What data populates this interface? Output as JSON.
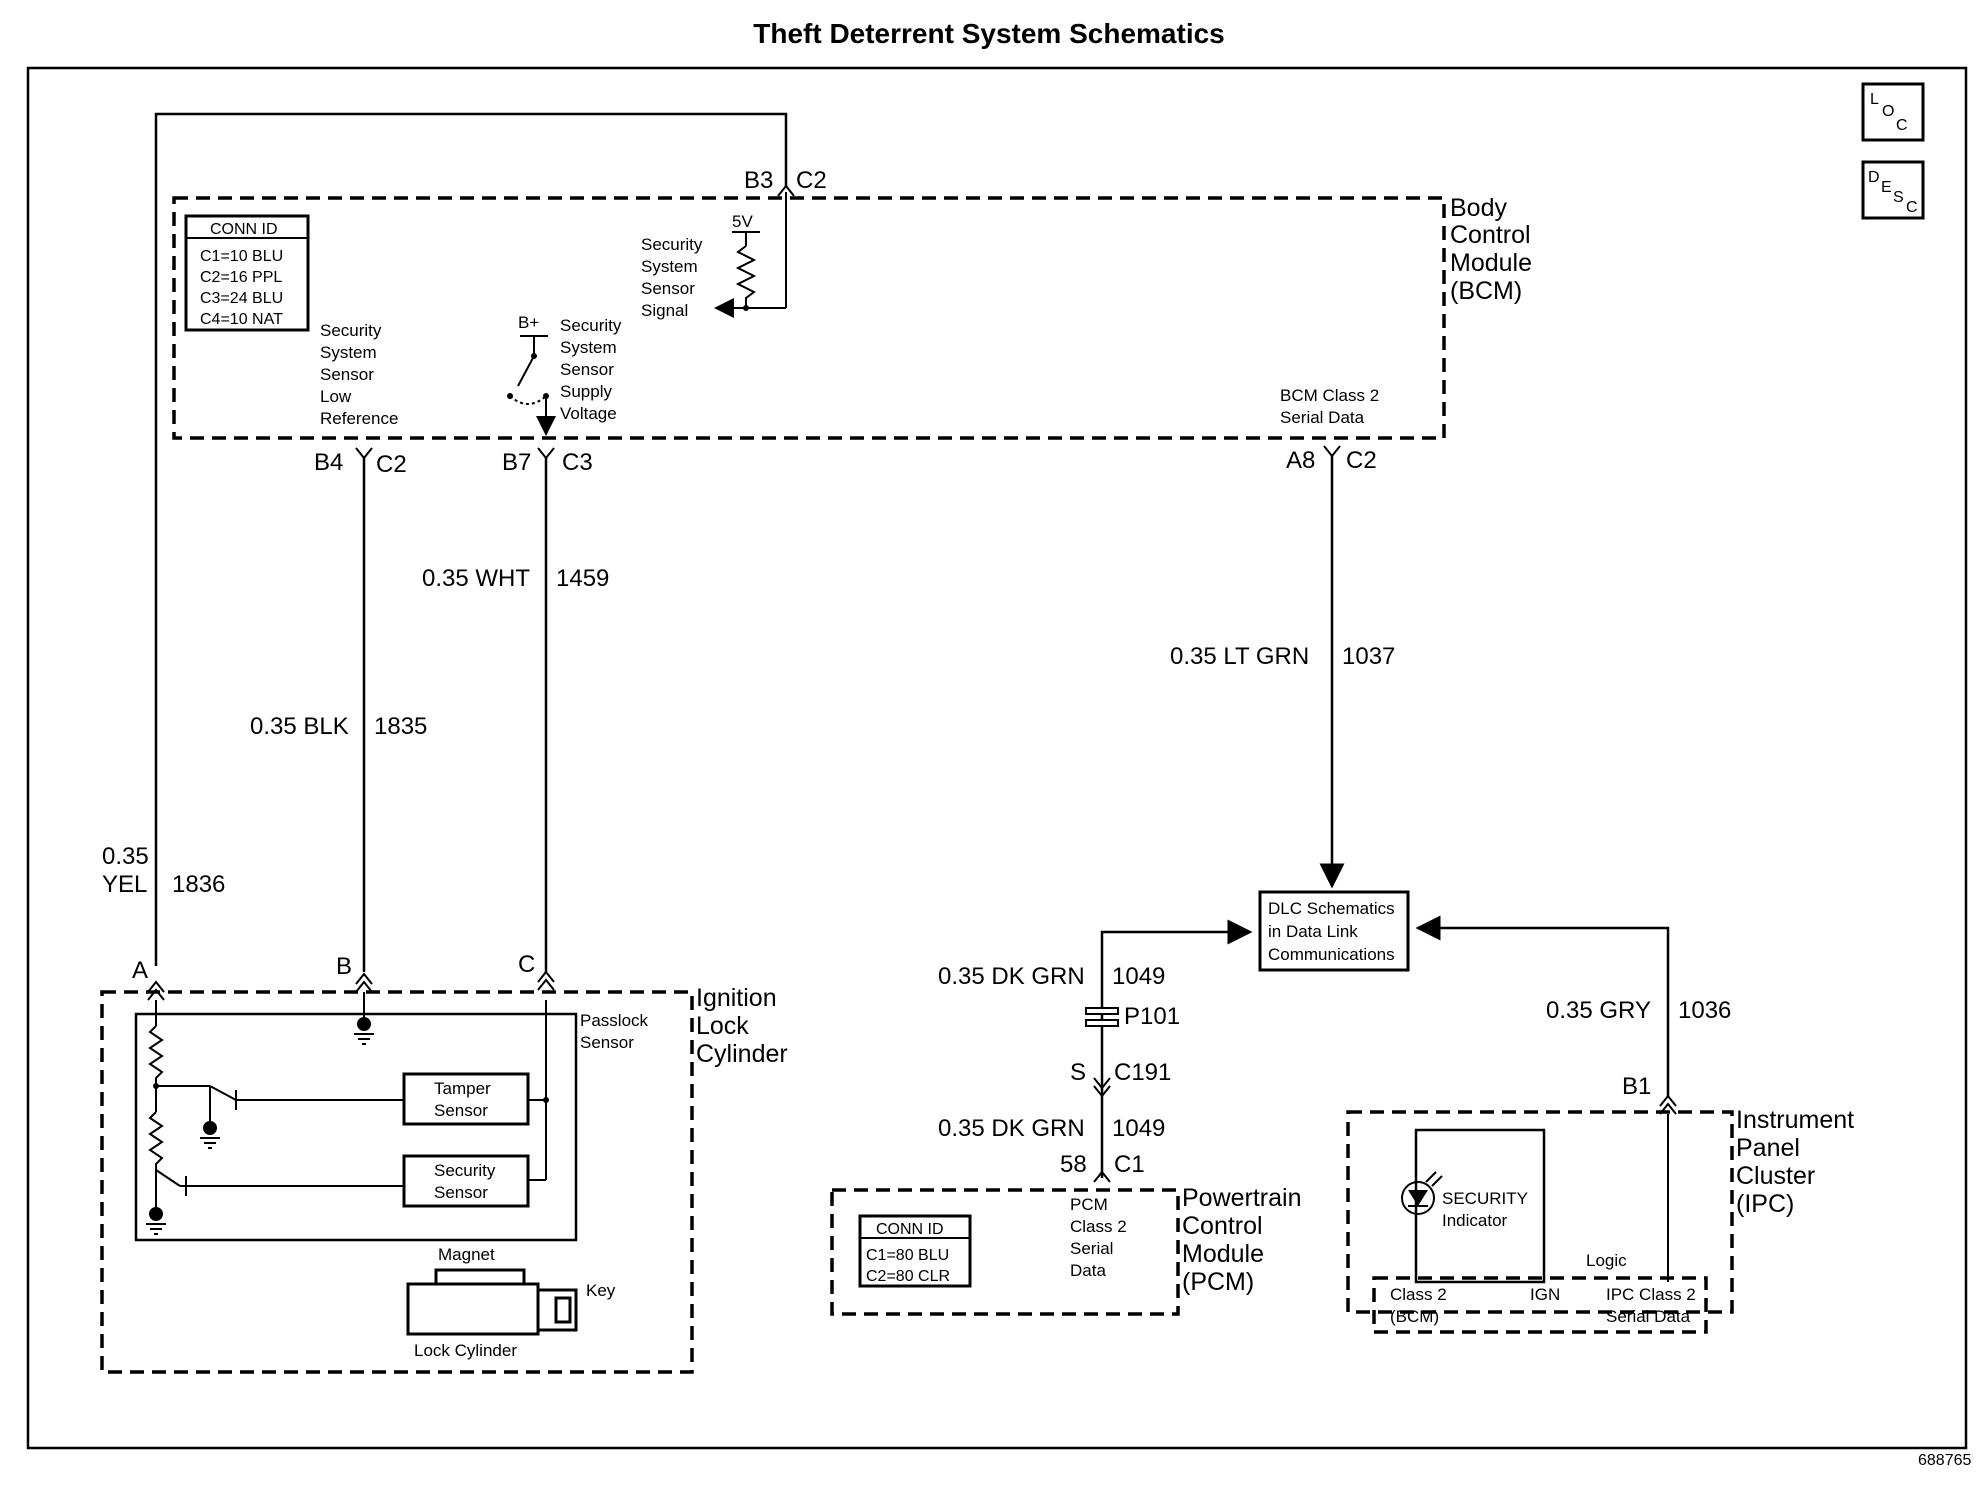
{
  "title": "Theft Deterrent System Schematics",
  "diagram_id": "688765",
  "corner_icons": {
    "loc": "LOC",
    "desc": "DESC"
  },
  "bcm": {
    "name": [
      "Body",
      "Control",
      "Module",
      "(BCM)"
    ],
    "conn_id": {
      "header": "CONN ID",
      "lines": [
        "C1=10 BLU",
        "C2=16 PPL",
        "C3=24 BLU",
        "C4=10 NAT"
      ]
    },
    "signal_label": [
      "Security",
      "System",
      "Sensor",
      "Signal"
    ],
    "five_volt": "5V",
    "low_ref_label": [
      "Security",
      "System",
      "Sensor",
      "Low",
      "Reference"
    ],
    "b_plus": "B+",
    "supply_label": [
      "Security",
      "System",
      "Sensor",
      "Supply",
      "Voltage"
    ],
    "serial_label": [
      "BCM Class 2",
      "Serial Data"
    ],
    "pins": {
      "b3": "B3",
      "b3c": "C2",
      "b4": "B4",
      "b4c": "C2",
      "b7": "B7",
      "b7c": "C3",
      "a8": "A8",
      "a8c": "C2"
    }
  },
  "wires": {
    "yel": {
      "color": [
        "0.35",
        "YEL"
      ],
      "circuit": "1836"
    },
    "blk": {
      "color": "0.35 BLK",
      "circuit": "1835"
    },
    "wht": {
      "color": "0.35 WHT",
      "circuit": "1459"
    },
    "ltgrn": {
      "color": "0.35 LT GRN",
      "circuit": "1037"
    },
    "dkgrn1": {
      "color": "0.35 DK GRN",
      "circuit": "1049"
    },
    "dkgrn2": {
      "color": "0.35 DK GRN",
      "circuit": "1049"
    },
    "gry": {
      "color": "0.35 GRY",
      "circuit": "1036"
    }
  },
  "ignition": {
    "name": [
      "Ignition",
      "Lock",
      "Cylinder"
    ],
    "pins": {
      "a": "A",
      "b": "B",
      "c": "C"
    },
    "passlock": [
      "Passlock",
      "Sensor"
    ],
    "tamper": [
      "Tamper",
      "Sensor"
    ],
    "security": [
      "Security",
      "Sensor"
    ],
    "magnet": "Magnet",
    "key": "Key",
    "lock_cylinder": "Lock Cylinder"
  },
  "dlc": {
    "lines": [
      "DLC Schematics",
      "in Data Link",
      "Communications"
    ]
  },
  "splice": {
    "p101": "P101",
    "s": "S",
    "c191": "C191",
    "pin58": "58",
    "c1": "C1"
  },
  "pcm": {
    "name": [
      "Powertrain",
      "Control",
      "Module",
      "(PCM)"
    ],
    "conn_id": {
      "header": "CONN ID",
      "lines": [
        "C1=80 BLU",
        "C2=80 CLR"
      ]
    },
    "serial_label": [
      "PCM",
      "Class 2",
      "Serial",
      "Data"
    ]
  },
  "ipc": {
    "name": [
      "Instrument",
      "Panel",
      "Cluster",
      "(IPC)"
    ],
    "pin": "B1",
    "indicator": [
      "SECURITY",
      "Indicator"
    ],
    "logic": "Logic",
    "class2": [
      "Class 2",
      "(BCM)"
    ],
    "ign": "IGN",
    "serial_label": [
      "IPC Class 2",
      "Serial Data"
    ]
  }
}
